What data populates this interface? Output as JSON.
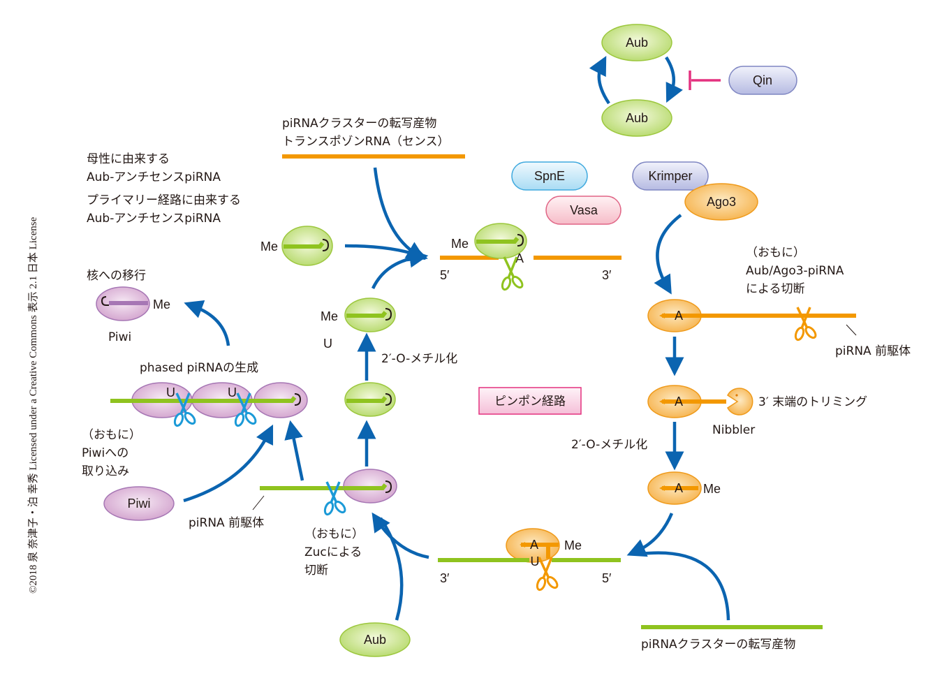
{
  "credit": "©2018 泉 奈津子・泊 幸秀 Licensed under a Creative Commons 表示 2.1 日本 License",
  "colors": {
    "arrow": "#0b64b0",
    "inhibit": "#e4317f",
    "aub_fill": "#c5e07a",
    "ago3_fill": "#f8c36a",
    "piwi_fill": "#dcb0d8",
    "rna_orange": "#f39800",
    "rna_green": "#8fc31f",
    "scissors_blue": "#1b9ad7"
  },
  "loop": {
    "aub_top": "Aub",
    "aub_bottom": "Aub",
    "qin": "Qin"
  },
  "helpers": {
    "spne": "SpnE",
    "vasa": "Vasa",
    "krimper": "Krimper",
    "ago3": "Ago3"
  },
  "labels": {
    "sense_transcript_line1": "piRNAクラスターの転写産物",
    "sense_transcript_line2": "トランスポゾンRNA（センス）",
    "maternal_line1": "母性に由来する",
    "maternal_line2": "Aub-アンチセンスpiRNA",
    "primary_line1": "プライマリー経路に由来する",
    "primary_line2": "Aub-アンチセンスpiRNA",
    "nuclear_import": "核への移行",
    "piwi_top": "Piwi",
    "phased": "phased piRNAの生成",
    "piwi_load_line1": "（おもに）",
    "piwi_load_line2": "Piwiへの",
    "piwi_load_line3": "取り込み",
    "piwi_left": "Piwi",
    "precursor_left": "piRNA 前駆体",
    "zuc_line1": "（おもに）",
    "zuc_line2": "Zucによる",
    "zuc_line3": "切断",
    "aub_bottom": "Aub",
    "methylation_left": "2′-O-メチル化",
    "pingpong": "ピンポン経路",
    "aub_ago3_line1": "（おもに）",
    "aub_ago3_line2": "Aub/Ago3-piRNA",
    "aub_ago3_line3": "による切断",
    "precursor_right": "piRNA 前駆体",
    "trimming": "3′ 末端のトリミング",
    "nibbler": "Nibbler",
    "methylation_right": "2′-O-メチル化",
    "cluster_transcript_bottom": "piRNAクラスターの転写産物",
    "me": "Me",
    "u": "U",
    "a": "A",
    "five_prime": "5′",
    "three_prime": "3′"
  }
}
